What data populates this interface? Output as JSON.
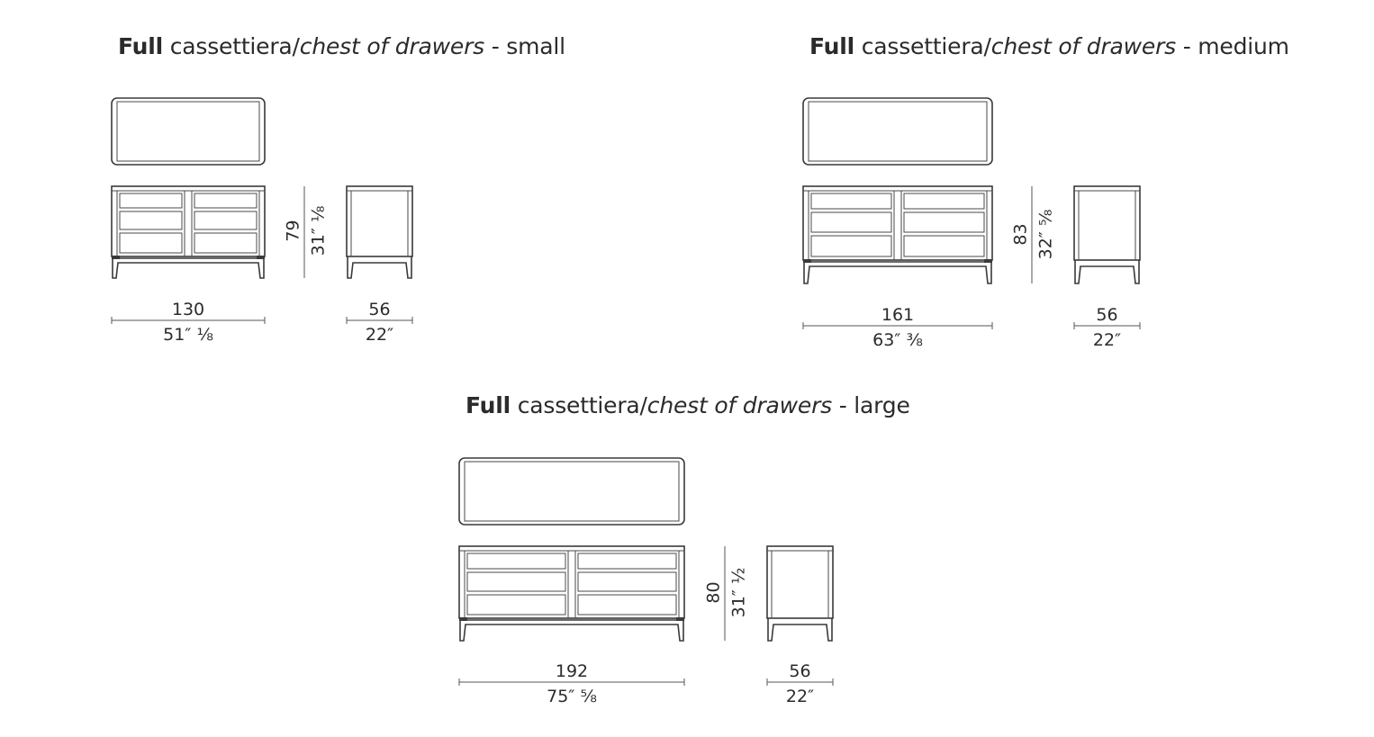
{
  "sheet": {
    "small": {
      "bold": "Full",
      "plain": " cassettiera/",
      "italic": "chest of drawers",
      "suffix": " - small",
      "width_cm": "130",
      "width_in": "51″ ⅛",
      "height_cm": "79",
      "height_in": "31″ ⅛",
      "depth_cm": "56",
      "depth_in": "22″"
    },
    "medium": {
      "bold": "Full",
      "plain": " cassettiera/",
      "italic": "chest of drawers",
      "suffix": " - medium",
      "width_cm": "161",
      "width_in": "63″ ⅜",
      "height_cm": "83",
      "height_in": "32″ ⅝",
      "depth_cm": "56",
      "depth_in": "22″"
    },
    "large": {
      "bold": "Full",
      "plain": " cassettiera/",
      "italic": "chest of drawers",
      "suffix": " - large",
      "width_cm": "192",
      "width_in": "75″ ⅝",
      "height_cm": "80",
      "height_in": "31″ ½",
      "depth_cm": "56",
      "depth_in": "22″"
    }
  }
}
